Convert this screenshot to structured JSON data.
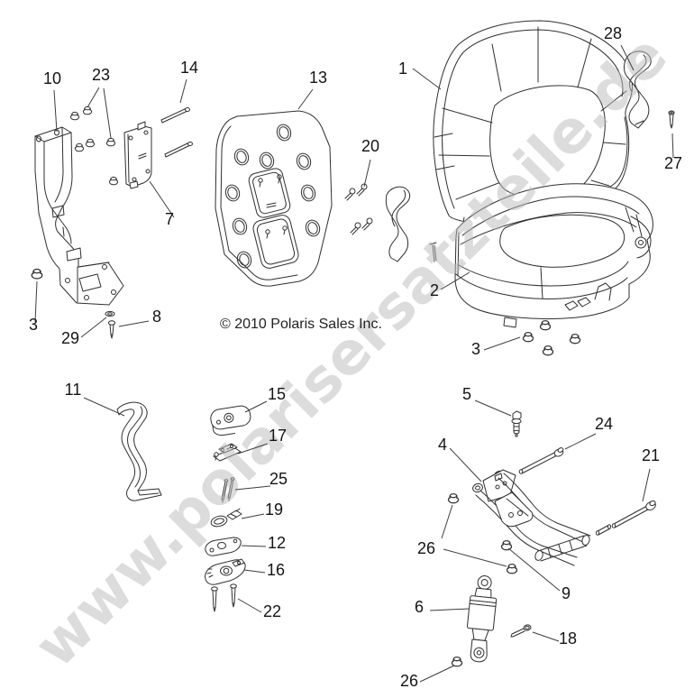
{
  "page": {
    "background": "#ffffff"
  },
  "watermark": {
    "text": "www.polarisersatzteile.de",
    "color": "#bbbbbb"
  },
  "copyright": {
    "text": "© 2010 Polaris Sales Inc."
  },
  "colors": {
    "line_art": "#2f2f2f",
    "label_text": "#141414"
  },
  "callouts": [
    {
      "number": "1"
    },
    {
      "number": "2"
    },
    {
      "number": "3"
    },
    {
      "number": "3"
    },
    {
      "number": "4"
    },
    {
      "number": "5"
    },
    {
      "number": "6"
    },
    {
      "number": "7"
    },
    {
      "number": "8"
    },
    {
      "number": "9"
    },
    {
      "number": "10"
    },
    {
      "number": "11"
    },
    {
      "number": "12"
    },
    {
      "number": "13"
    },
    {
      "number": "14"
    },
    {
      "number": "15"
    },
    {
      "number": "16"
    },
    {
      "number": "17"
    },
    {
      "number": "18"
    },
    {
      "number": "19"
    },
    {
      "number": "20"
    },
    {
      "number": "21"
    },
    {
      "number": "22"
    },
    {
      "number": "23"
    },
    {
      "number": "24"
    },
    {
      "number": "25"
    },
    {
      "number": "26"
    },
    {
      "number": "26"
    },
    {
      "number": "27"
    },
    {
      "number": "28"
    },
    {
      "number": "29"
    }
  ]
}
